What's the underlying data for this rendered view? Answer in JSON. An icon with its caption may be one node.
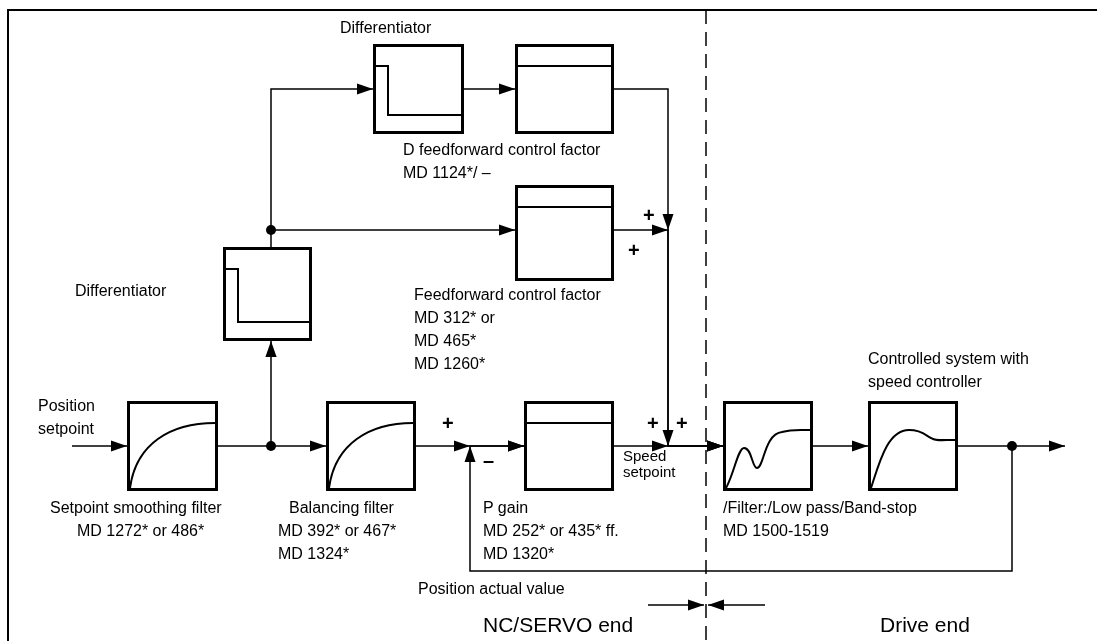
{
  "diagram": {
    "nodes": [
      {
        "text": [
          "Differentiator"
        ]
      },
      {
        "text": [
          "D feedforward control factor",
          "MD 1124*/ –"
        ]
      },
      {
        "text": [
          "Differentiator"
        ]
      },
      {
        "text": [
          "Feedforward control factor",
          "MD 312* or",
          "MD 465*",
          "MD 1260*"
        ]
      },
      {
        "text": [
          "Position setpoint"
        ]
      },
      {
        "text": [
          "Setpoint smoothing filter",
          "MD 1272* or 486*"
        ]
      },
      {
        "text": [
          "Balancing filter",
          "MD 392* or 467*",
          "MD 1324*"
        ]
      },
      {
        "text": [
          "P gain",
          "MD 252* or 435* ff.",
          "MD 1320*"
        ]
      },
      {
        "text": [
          "/Filter:/Low pass/Band-stop",
          "MD 1500-1519"
        ]
      },
      {
        "text": [
          "Controlled system with speed controller"
        ]
      }
    ],
    "edges": [
      {
        "from": 4,
        "to": 5,
        "arrow": "to"
      },
      {
        "from": 5,
        "to": 6,
        "arrow": "to"
      },
      {
        "from": 5,
        "to": 2,
        "arrow": "to"
      },
      {
        "from": 2,
        "to": 0,
        "arrow": "to"
      },
      {
        "from": 2,
        "to": 3,
        "arrow": "to"
      },
      {
        "from": 0,
        "to": 1,
        "arrow": "to"
      },
      {
        "from": 6,
        "to": 7,
        "arrow": "to"
      },
      {
        "from": 9,
        "to": 7,
        "arrow": "to",
        "label": "Position actual value"
      },
      {
        "from": 7,
        "to": 8,
        "arrow": "to"
      },
      {
        "from": 1,
        "to": 8,
        "arrow": "to"
      },
      {
        "from": 3,
        "to": 8,
        "arrow": "to"
      },
      {
        "from": 8,
        "to": 9,
        "arrow": "to"
      },
      {
        "from": 9,
        "to": null,
        "arrow": "to"
      }
    ],
    "labels": [
      "+",
      "+",
      "+",
      "+",
      "+",
      "–",
      "Speed setpoint",
      "NC/SERVO end",
      "Drive end"
    ]
  }
}
